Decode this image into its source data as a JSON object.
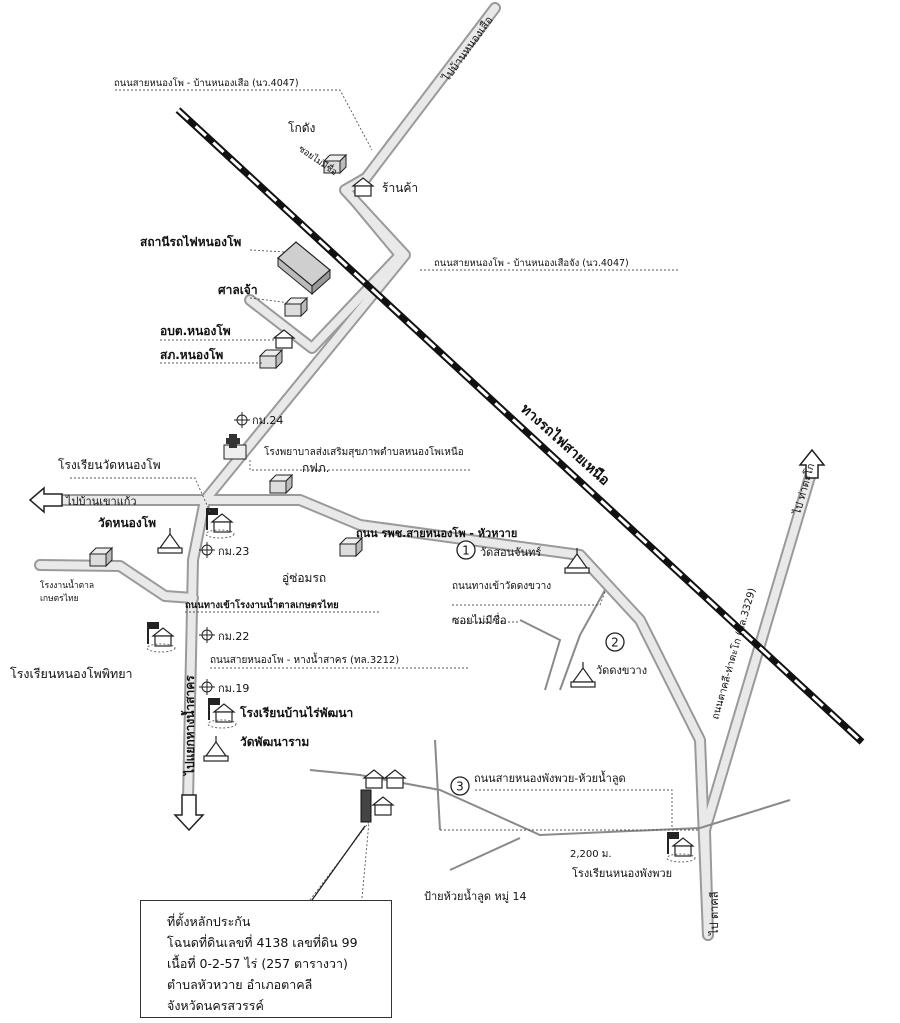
{
  "labels": {
    "to_nong_soea": "ไปบ้านหนองเสือ",
    "road_4047_top": "ถนนสายหนองโพ - บ้านหนองเสือ (นว.4047)",
    "road_4047_mid": "ถนนสายหนองโพ - บ้านหนองเสือจัง (นว.4047)",
    "ko_dang": "โกดัง",
    "soi_no_name_top": "ซอยไม่มีชื่อ",
    "shop": "ร้านค้า",
    "station": "สถานีรถไฟหนองโพ",
    "shrine": "ศาลเจ้า",
    "obt": "อบต.หนองโพ",
    "police": "สภ.หนองโพ",
    "km24": "กม.24",
    "hospital": "โรงพยาบาลส่งเสริมสุขภาพตำบลหนองโพเหนือ",
    "pea": "กฟภ.",
    "school_wat": "โรงเรียนวัดหนองโพ",
    "to_khao_kaeo": "ไปบ้านเขาแก้ว",
    "wat_nong_pho": "วัดหนองโพ",
    "km23": "กม.23",
    "road_hosp": "ถนน รพช.สายหนองโพ - หัวหวาย",
    "wat_son": "วัดสอนจันทร์",
    "garage": "อู่ซ่อมรถ",
    "road_wat_dong": "ถนนทางเข้าวัดดงขวาง",
    "sugar_factory": "โรงงานน้ำตาล เกษตรไทย",
    "road_sugar": "ถนนทางเข้าโรงงานน้ำตาลเกษตรไทย",
    "soi_no_name": "ซอยไม่มีชื่อ",
    "km22": "กม.22",
    "wat_dong": "วัดดงขวาง",
    "road_3212": "ถนนสายหนองโพ - หางน้ำสาคร (ทล.3212)",
    "school_phitthaya": "โรงเรียนหนองโพพิทยา",
    "km19": "กม.19",
    "school_rai_phatthana": "โรงเรียนบ้านไร่พัฒนา",
    "wat_phatthanaram": "วัดพัฒนาราม",
    "to_hang_nam_sakhon": "ไปแยกหางน้ำสาคร",
    "railway": "ทางรถไฟสายเหนือ",
    "to_tha_tako": "ไป ท่าตะโก",
    "road_3329": "ถนนตาคลี-ท่าตะโก (ทล.3329)",
    "road_huai_nam_lud": "ถนนสายหนองพังพวย-ห้วยน้ำลูด",
    "distance": "2,200 ม.",
    "school_phang_phuai": "โรงเรียนหนองพังพวย",
    "bus_stop": "ป้ายห้วยน้ำลูด หมู่ 14",
    "to_takhli": "ไป ตาคลี"
  },
  "markers": [
    "1",
    "2",
    "3"
  ],
  "info_box": {
    "lines": [
      "ที่ตั้งหลักประกัน",
      "โฉนดที่ดินเลขที่ 4138 เลขที่ดิน 99",
      "เนื้อที่ 0-2-57 ไร่ (257 ตารางวา)",
      "ตำบลหัวหวาย  อำเภอตาคลี",
      "จังหวัดนครสวรรค์"
    ]
  },
  "colors": {
    "road": "#9a9a9a",
    "railway": "#111111",
    "building": "#d9d9d9",
    "collateral": "#444444"
  }
}
